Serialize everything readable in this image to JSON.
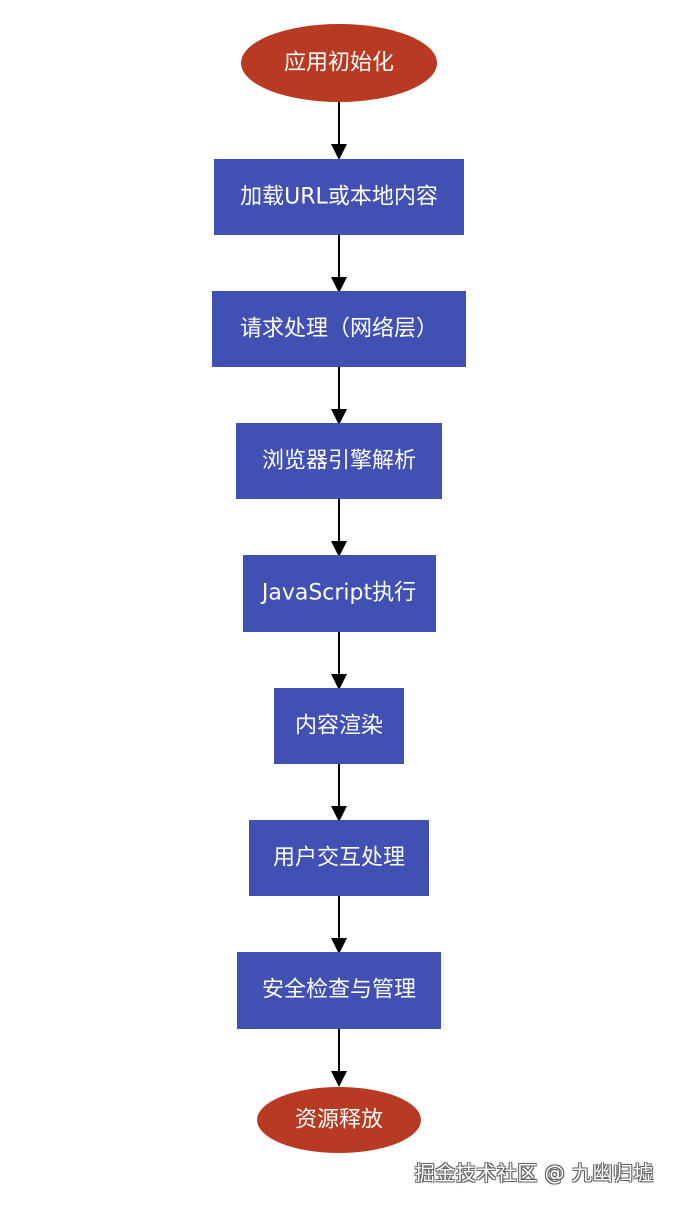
{
  "flowchart": {
    "colors": {
      "process_fill": "#4150b3",
      "terminal_fill": "#b83a22",
      "text": "#ffffff",
      "arrow": "#000000"
    },
    "nodes": [
      {
        "id": "start",
        "shape": "ellipse",
        "label": "应用初始化"
      },
      {
        "id": "load",
        "shape": "rect",
        "label": "加载URL或本地内容"
      },
      {
        "id": "request",
        "shape": "rect",
        "label": "请求处理（网络层）"
      },
      {
        "id": "parse",
        "shape": "rect",
        "label": "浏览器引擎解析"
      },
      {
        "id": "js",
        "shape": "rect",
        "label": "JavaScript执行"
      },
      {
        "id": "render",
        "shape": "rect",
        "label": "内容渲染"
      },
      {
        "id": "interact",
        "shape": "rect",
        "label": "用户交互处理"
      },
      {
        "id": "security",
        "shape": "rect",
        "label": "安全检查与管理"
      },
      {
        "id": "release",
        "shape": "ellipse",
        "label": "资源释放"
      }
    ],
    "edges": [
      {
        "from": "start",
        "to": "load"
      },
      {
        "from": "load",
        "to": "request"
      },
      {
        "from": "request",
        "to": "parse"
      },
      {
        "from": "parse",
        "to": "js"
      },
      {
        "from": "js",
        "to": "render"
      },
      {
        "from": "render",
        "to": "interact"
      },
      {
        "from": "interact",
        "to": "security"
      },
      {
        "from": "security",
        "to": "release"
      }
    ]
  },
  "watermark": {
    "text": "掘金技术社区 @ 九幽归墟"
  }
}
